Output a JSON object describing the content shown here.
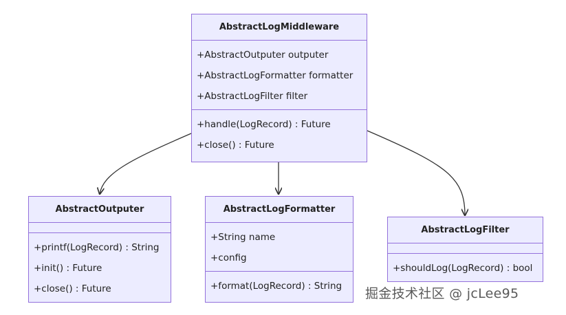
{
  "classes": {
    "middleware": {
      "name": "AbstractLogMiddleware",
      "attributes": [
        "+AbstractOutputer outputer",
        "+AbstractLogFormatter formatter",
        "+AbstractLogFilter filter"
      ],
      "methods": [
        "+handle(LogRecord) : Future",
        "+close() : Future"
      ]
    },
    "outputer": {
      "name": "AbstractOutputer",
      "attributes": [],
      "methods": [
        "+printf(LogRecord) : String",
        "+init() : Future",
        "+close() : Future"
      ]
    },
    "formatter": {
      "name": "AbstractLogFormatter",
      "attributes": [
        "+String name",
        "+config"
      ],
      "methods": [
        "+format(LogRecord) : String"
      ]
    },
    "filter": {
      "name": "AbstractLogFilter",
      "attributes": [],
      "methods": [
        "+shouldLog(LogRecord) : bool"
      ]
    }
  },
  "relations": [
    {
      "from": "middleware",
      "to": "outputer"
    },
    {
      "from": "middleware",
      "to": "formatter"
    },
    {
      "from": "middleware",
      "to": "filter"
    }
  ],
  "watermark": "掘金技术社区 @ jcLee95",
  "colors": {
    "box_fill": "#ececff",
    "box_border": "#9370db",
    "edge": "#333333"
  }
}
